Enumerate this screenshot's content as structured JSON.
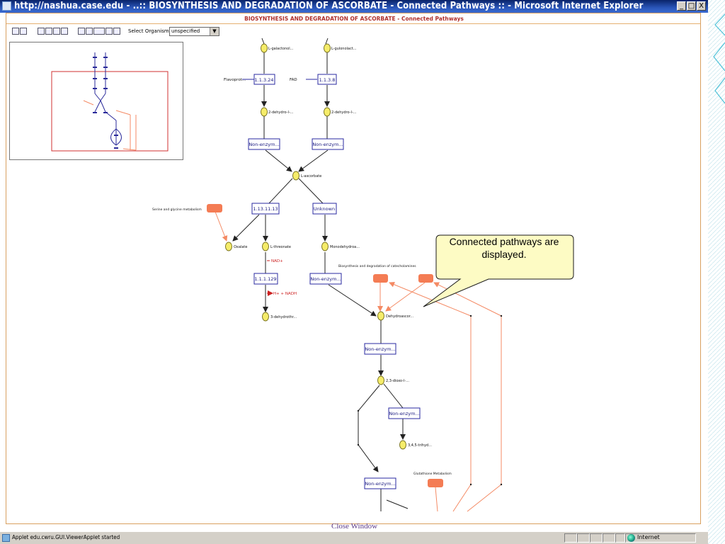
{
  "window": {
    "title": "http://nashua.case.edu - ..:: BIOSYNTHESIS AND DEGRADATION OF ASCORBATE - Connected Pathways :: - Microsoft Internet Explorer",
    "buttons": {
      "minimize": "_",
      "maximize": "□",
      "close": "X"
    }
  },
  "applet": {
    "header_title": "BIOSYNTHESIS AND DEGRADATION OF ASCORBATE - Connected Pathways",
    "toolbar": {
      "select_organism_label": "Select Organism",
      "organism_value": "unspecified",
      "icons": [
        "pointer-icon",
        "hand-icon",
        "zoom-in-icon",
        "zoom-box-icon",
        "edit-icon",
        "pin-icon",
        "zoom-out-icon",
        "zoom-fit-icon",
        "reset-icon",
        "grid-icon",
        "layout-icon"
      ]
    }
  },
  "diagram": {
    "compounds": {
      "l_galactonol": "L-galactonol...",
      "l_gulonolact": "L-gulonolact...",
      "dehydro_1": "2-dehydro-l-...",
      "dehydro_2": "2-dehydro-l-...",
      "l_ascorbate": "L-ascorbate",
      "oxalate": "Oxalate",
      "l_threonate": "L-threonate",
      "monodehydroa": "Monodehydroa...",
      "dehydrothr": "3-dehydrothr...",
      "dehydroascor": "Dehydroascor...",
      "dioxo": "2,3-dioxo-l-...",
      "trihyd": "3,4,5-trihyd..."
    },
    "enzymes": {
      "e_1_1_3_24": "1.1.3.24",
      "e_1_1_3_8": "1.1.3.8",
      "nonenz_1": "Non-enzym...",
      "nonenz_2": "Non-enzym...",
      "e_1_13_11_13": "1.13.11.13",
      "unknown": "Unknown",
      "e_1_1_1_129": "1.1.1.129",
      "nonenz_3": "Non-enzym...",
      "nonenz_4": "Non-enzym...",
      "nonenz_5": "Non-enzym...",
      "nonenz_6": "Non-enzym..."
    },
    "cofactors": {
      "flavoprot": "Flavoprot...",
      "fad": "FAD",
      "nad": "NAD+",
      "nadh": "H+ + NADH"
    },
    "pathways": {
      "serine_glycine": "Serine and glycine metabolism",
      "catecholamines": "Biosynthesis and degradation of catecholamines",
      "glutathione": "Glutathione Metabolism"
    },
    "colors": {
      "compound": "#f5ec6a",
      "enzyme_border": "#2a2aa0",
      "pathway": "#f47c54",
      "edge": "#222222",
      "link": "#f48a64",
      "cofactor_red": "#cc2222"
    }
  },
  "callout": {
    "text": "Connected pathways are displayed."
  },
  "close_window_label": "Close Window",
  "status": {
    "text": "Applet edu.cwru.GUI.ViewerApplet started",
    "zone": "Internet"
  }
}
